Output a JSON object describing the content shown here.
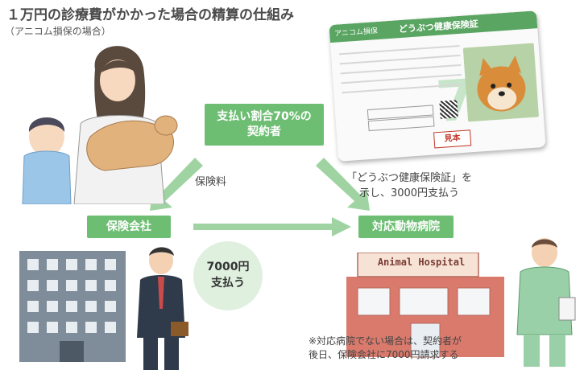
{
  "title": "１万円の診療費がかかった場合の精算の仕組み",
  "subtitle": "（アニコム損保の場合）",
  "contractor": {
    "line1": "支払い割合70%の",
    "line2": "契約者"
  },
  "insurer_label": "保険会社",
  "hospital_label": "対応動物病院",
  "premium_label": "保険料",
  "show_card": {
    "line1": "「どうぶつ健康保険証」を",
    "line2": "示し、3000円支払う"
  },
  "payment": {
    "line1": "7000円",
    "line2": "支払う"
  },
  "note": {
    "line1": "※対応病院でない場合は、契約者が",
    "line2": "後日、保険会社に7000円請求する"
  },
  "hospital_sign": "Animal Hospital",
  "card": {
    "company": "アニコム損保",
    "title": "どうぶつ健康保険証",
    "ratio": "70",
    "stamp": "見本"
  },
  "colors": {
    "green": "#6dbe73",
    "arrow": "#9fd4a2",
    "bubble": "#dff0df"
  }
}
